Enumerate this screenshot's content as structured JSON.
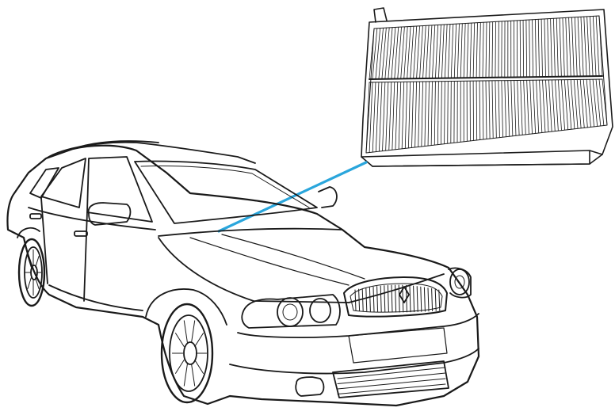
{
  "illustration": {
    "subject": "car-with-cabin-air-filter",
    "parts": [
      "sedan",
      "cabin-air-filter",
      "callout-line"
    ]
  },
  "colors": {
    "background": "#ffffff",
    "ink": "#1a1a1a",
    "callout": "#2aa6dc"
  }
}
